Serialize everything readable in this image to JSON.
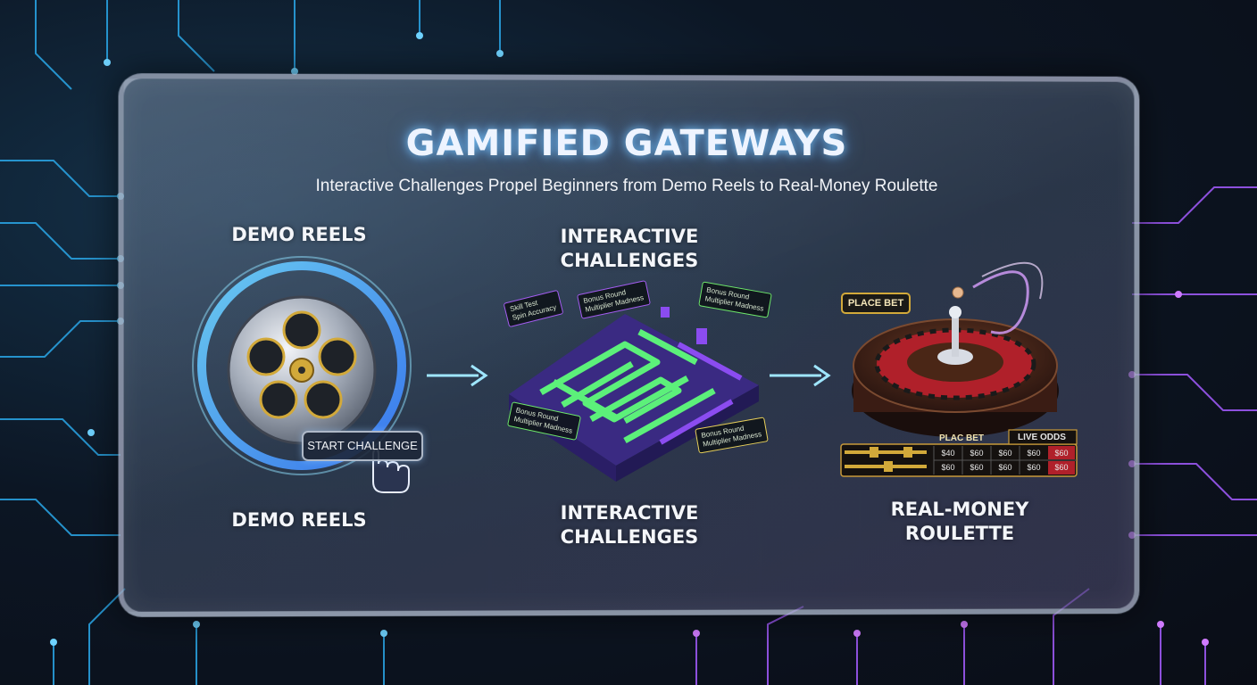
{
  "title": "GAMIFIED GATEWAYS",
  "subtitle": "Interactive Challenges Propel Beginners from Demo Reels to Real-Money Roulette",
  "sections": {
    "demo_top": "DEMO REELS",
    "demo_bottom": "DEMO REELS",
    "challenges_top_line1": "INTERACTIVE",
    "challenges_top_line2": "CHALLENGES",
    "challenges_bottom_line1": "INTERACTIVE",
    "challenges_bottom_line2": "CHALLENGES",
    "roulette_line1": "REAL-MONEY",
    "roulette_line2": "ROULETTE"
  },
  "buttons": {
    "start_challenge": "START CHALLENGE",
    "place_bet": "PLACE BET"
  },
  "maze_tags": [
    "Skill Test\nSpin Accuracy",
    "Bonus Round\nMultiplier Madness",
    "Bonus Round\nMultiplier Madness",
    "Bonus Round\nMultiplier Madness",
    "Bonus Round\nMultiplier Madness"
  ],
  "betting_board": {
    "place_bet_label": "PLAC BET",
    "live_odds_label": "LIVE ODDS",
    "row1": [
      "$40",
      "$60",
      "$60",
      "$60",
      "$60"
    ],
    "row2": [
      "$60",
      "$60",
      "$60",
      "$60",
      "$60"
    ]
  },
  "colors": {
    "accent_blue": "#4fb8ff",
    "accent_purple": "#b25cff",
    "maze_green": "#6ef06a",
    "gold": "#d2a93a",
    "roulette_red": "#b0202a"
  },
  "icons": [
    "film-reel-icon",
    "pointer-hand-icon",
    "arrow-right-icon",
    "maze-icon",
    "roulette-wheel-icon"
  ]
}
